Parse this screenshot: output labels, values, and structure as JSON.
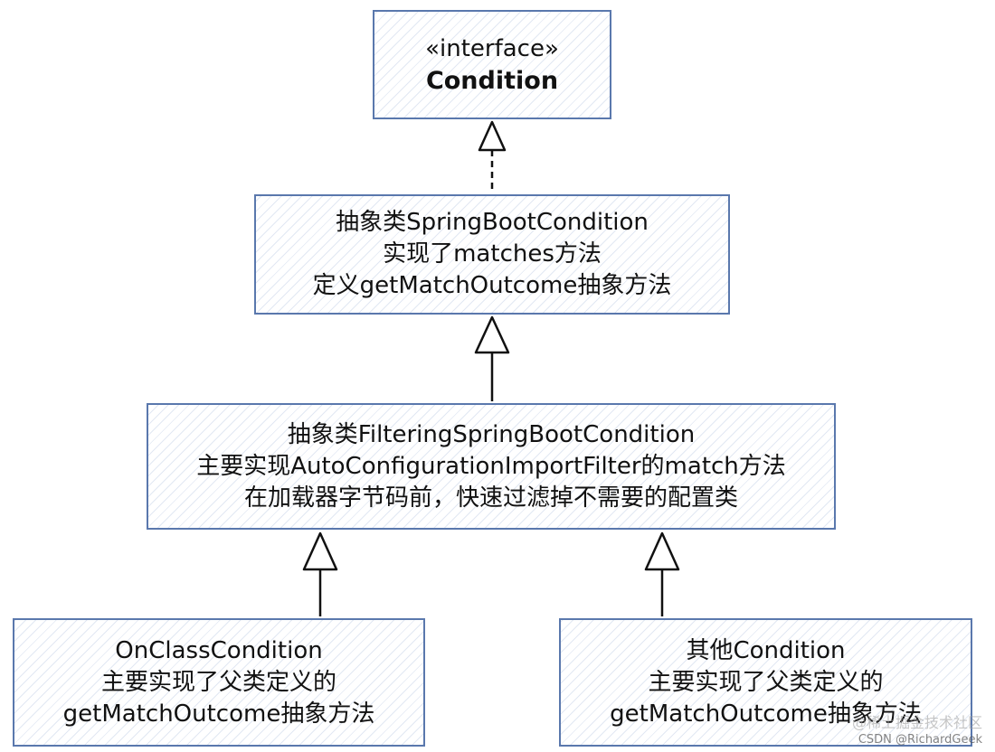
{
  "diagram": {
    "condition": {
      "stereotype": "«interface»",
      "name": "Condition"
    },
    "spring_boot_condition": {
      "line1": "抽象类SpringBootCondition",
      "line2": "实现了matches方法",
      "line3": "定义getMatchOutcome抽象方法"
    },
    "filtering_condition": {
      "line1": "抽象类FilteringSpringBootCondition",
      "line2": "主要实现AutoConfigurationImportFilter的match方法",
      "line3": "在加载器字节码前，快速过滤掉不需要的配置类"
    },
    "on_class_condition": {
      "line1": "OnClassCondition",
      "line2": "主要实现了父类定义的",
      "line3": "getMatchOutcome抽象方法"
    },
    "other_condition": {
      "line1": "其他Condition",
      "line2": "主要实现了父类定义的",
      "line3": "getMatchOutcome抽象方法"
    },
    "colors": {
      "box_border": "#5a78ad",
      "hatch": "#7896c8",
      "arrow": "#111111"
    }
  },
  "watermark": {
    "line1": "@稀土掘金技术社区",
    "line2": "CSDN @RichardGeek"
  }
}
